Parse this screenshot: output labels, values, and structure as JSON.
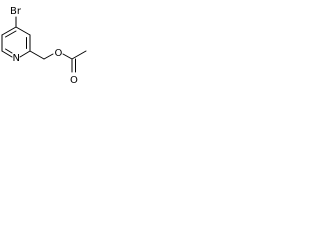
{
  "structure": {
    "atoms": {
      "bromine": "Br",
      "ring_nitrogen": "N",
      "ester_oxygen": "O",
      "carbonyl_oxygen": "O"
    },
    "colors": {
      "bond": "#000000",
      "label": "#000000",
      "background": "#ffffff"
    }
  }
}
